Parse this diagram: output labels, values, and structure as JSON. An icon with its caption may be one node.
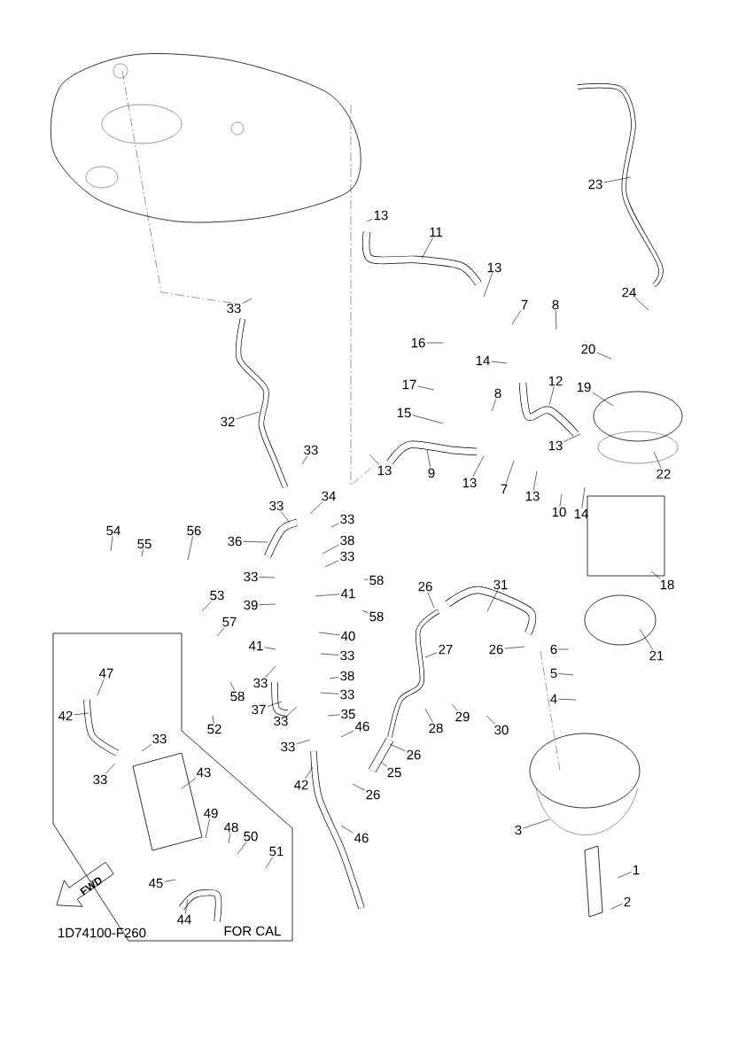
{
  "diagram": {
    "nodes": [
      {
        "text": [
          "13"
        ]
      },
      {
        "text": [
          "11"
        ]
      },
      {
        "text": [
          "13"
        ]
      },
      {
        "text": [
          "7"
        ]
      },
      {
        "text": [
          "8"
        ]
      },
      {
        "text": [
          "16"
        ]
      },
      {
        "text": [
          "14"
        ]
      },
      {
        "text": [
          "17"
        ]
      },
      {
        "text": [
          "12"
        ]
      },
      {
        "text": [
          "8"
        ]
      },
      {
        "text": [
          "15"
        ]
      },
      {
        "text": [
          "9"
        ]
      },
      {
        "text": [
          "13"
        ]
      },
      {
        "text": [
          "7"
        ]
      },
      {
        "text": [
          "13"
        ]
      },
      {
        "text": [
          "10"
        ]
      },
      {
        "text": [
          "13"
        ]
      },
      {
        "text": [
          "14"
        ]
      },
      {
        "text": [
          "13"
        ]
      },
      {
        "text": [
          "20"
        ]
      },
      {
        "text": [
          "19"
        ]
      },
      {
        "text": [
          "22"
        ]
      },
      {
        "text": [
          "23"
        ]
      },
      {
        "text": [
          "24"
        ]
      },
      {
        "text": [
          "18"
        ]
      },
      {
        "text": [
          "21"
        ]
      },
      {
        "text": [
          "6"
        ]
      },
      {
        "text": [
          "5"
        ]
      },
      {
        "text": [
          "4"
        ]
      },
      {
        "text": [
          "3"
        ]
      },
      {
        "text": [
          "1"
        ]
      },
      {
        "text": [
          "2"
        ]
      },
      {
        "text": [
          "33"
        ]
      },
      {
        "text": [
          "32"
        ]
      },
      {
        "text": [
          "33"
        ]
      },
      {
        "text": [
          "34"
        ]
      },
      {
        "text": [
          "33"
        ]
      },
      {
        "text": [
          "33"
        ]
      },
      {
        "text": [
          "36"
        ]
      },
      {
        "text": [
          "38"
        ]
      },
      {
        "text": [
          "33"
        ]
      },
      {
        "text": [
          "33"
        ]
      },
      {
        "text": [
          "58"
        ]
      },
      {
        "text": [
          "39"
        ]
      },
      {
        "text": [
          "41"
        ]
      },
      {
        "text": [
          "54"
        ]
      },
      {
        "text": [
          "55"
        ]
      },
      {
        "text": [
          "56"
        ]
      },
      {
        "text": [
          "53"
        ]
      },
      {
        "text": [
          "57"
        ]
      },
      {
        "text": [
          "58"
        ]
      },
      {
        "text": [
          "40"
        ]
      },
      {
        "text": [
          "41"
        ]
      },
      {
        "text": [
          "33"
        ]
      },
      {
        "text": [
          "33"
        ]
      },
      {
        "text": [
          "58"
        ]
      },
      {
        "text": [
          "38"
        ]
      },
      {
        "text": [
          "33"
        ]
      },
      {
        "text": [
          "37"
        ]
      },
      {
        "text": [
          "33"
        ]
      },
      {
        "text": [
          "35"
        ]
      },
      {
        "text": [
          "52"
        ]
      },
      {
        "text": [
          "33"
        ]
      },
      {
        "text": [
          "46"
        ]
      },
      {
        "text": [
          "42"
        ]
      },
      {
        "text": [
          "26"
        ]
      },
      {
        "text": [
          "31"
        ]
      },
      {
        "text": [
          "27"
        ]
      },
      {
        "text": [
          "26"
        ]
      },
      {
        "text": [
          "28"
        ]
      },
      {
        "text": [
          "29"
        ]
      },
      {
        "text": [
          "30"
        ]
      },
      {
        "text": [
          "26"
        ]
      },
      {
        "text": [
          "25"
        ]
      },
      {
        "text": [
          "26"
        ]
      },
      {
        "text": [
          "46"
        ]
      },
      {
        "text": [
          "47"
        ]
      },
      {
        "text": [
          "42"
        ]
      },
      {
        "text": [
          "33"
        ]
      },
      {
        "text": [
          "33"
        ]
      },
      {
        "text": [
          "43"
        ]
      },
      {
        "text": [
          "49"
        ]
      },
      {
        "text": [
          "48"
        ]
      },
      {
        "text": [
          "50"
        ]
      },
      {
        "text": [
          "51"
        ]
      },
      {
        "text": [
          "45"
        ]
      },
      {
        "text": [
          "44"
        ]
      }
    ],
    "edges": [
      {
        "from": 0,
        "to": null,
        "arrow": "none"
      },
      {
        "from": 1,
        "to": null,
        "arrow": "none"
      },
      {
        "from": 2,
        "to": null,
        "arrow": "none"
      },
      {
        "from": 3,
        "to": null,
        "arrow": "none"
      },
      {
        "from": 4,
        "to": null,
        "arrow": "none"
      },
      {
        "from": 5,
        "to": null,
        "arrow": "none"
      },
      {
        "from": 6,
        "to": null,
        "arrow": "none"
      },
      {
        "from": 7,
        "to": null,
        "arrow": "none"
      },
      {
        "from": 8,
        "to": null,
        "arrow": "none"
      },
      {
        "from": 9,
        "to": null,
        "arrow": "none"
      },
      {
        "from": 10,
        "to": null,
        "arrow": "none"
      },
      {
        "from": 11,
        "to": null,
        "arrow": "none"
      },
      {
        "from": 12,
        "to": null,
        "arrow": "none"
      },
      {
        "from": 13,
        "to": null,
        "arrow": "none"
      },
      {
        "from": 14,
        "to": null,
        "arrow": "none"
      },
      {
        "from": 15,
        "to": null,
        "arrow": "none"
      },
      {
        "from": 16,
        "to": null,
        "arrow": "none"
      },
      {
        "from": 17,
        "to": null,
        "arrow": "none"
      },
      {
        "from": 18,
        "to": null,
        "arrow": "none"
      },
      {
        "from": 19,
        "to": null,
        "arrow": "none"
      },
      {
        "from": 20,
        "to": null,
        "arrow": "none"
      },
      {
        "from": 21,
        "to": null,
        "arrow": "none"
      },
      {
        "from": 22,
        "to": null,
        "arrow": "none"
      },
      {
        "from": 23,
        "to": null,
        "arrow": "none"
      },
      {
        "from": 24,
        "to": null,
        "arrow": "none"
      },
      {
        "from": 25,
        "to": null,
        "arrow": "none"
      },
      {
        "from": 26,
        "to": null,
        "arrow": "none"
      },
      {
        "from": 27,
        "to": null,
        "arrow": "none"
      },
      {
        "from": 28,
        "to": null,
        "arrow": "none"
      },
      {
        "from": 29,
        "to": null,
        "arrow": "none"
      },
      {
        "from": 30,
        "to": null,
        "arrow": "none"
      },
      {
        "from": 31,
        "to": null,
        "arrow": "none"
      },
      {
        "from": 32,
        "to": null,
        "arrow": "none"
      },
      {
        "from": 33,
        "to": null,
        "arrow": "none"
      },
      {
        "from": 34,
        "to": null,
        "arrow": "none"
      },
      {
        "from": 35,
        "to": null,
        "arrow": "none"
      },
      {
        "from": 36,
        "to": null,
        "arrow": "none"
      },
      {
        "from": 37,
        "to": null,
        "arrow": "none"
      },
      {
        "from": 38,
        "to": null,
        "arrow": "none"
      },
      {
        "from": 39,
        "to": null,
        "arrow": "none"
      },
      {
        "from": 40,
        "to": null,
        "arrow": "none"
      },
      {
        "from": 41,
        "to": null,
        "arrow": "none"
      },
      {
        "from": 42,
        "to": null,
        "arrow": "none"
      },
      {
        "from": 43,
        "to": null,
        "arrow": "none"
      },
      {
        "from": 44,
        "to": null,
        "arrow": "none"
      },
      {
        "from": 45,
        "to": null,
        "arrow": "none"
      },
      {
        "from": 46,
        "to": null,
        "arrow": "none"
      },
      {
        "from": 47,
        "to": null,
        "arrow": "none"
      },
      {
        "from": 48,
        "to": null,
        "arrow": "none"
      },
      {
        "from": 49,
        "to": null,
        "arrow": "none"
      },
      {
        "from": 50,
        "to": null,
        "arrow": "none"
      },
      {
        "from": 51,
        "to": null,
        "arrow": "none"
      },
      {
        "from": 52,
        "to": null,
        "arrow": "none"
      },
      {
        "from": 53,
        "to": null,
        "arrow": "none"
      },
      {
        "from": 54,
        "to": null,
        "arrow": "none"
      },
      {
        "from": 55,
        "to": null,
        "arrow": "none"
      },
      {
        "from": 56,
        "to": null,
        "arrow": "none"
      },
      {
        "from": 57,
        "to": null,
        "arrow": "none"
      },
      {
        "from": 58,
        "to": null,
        "arrow": "none"
      },
      {
        "from": 59,
        "to": null,
        "arrow": "none"
      },
      {
        "from": 60,
        "to": null,
        "arrow": "none"
      },
      {
        "from": 61,
        "to": null,
        "arrow": "none"
      },
      {
        "from": 62,
        "to": null,
        "arrow": "none"
      },
      {
        "from": 63,
        "to": null,
        "arrow": "none"
      },
      {
        "from": 64,
        "to": null,
        "arrow": "none"
      },
      {
        "from": 65,
        "to": null,
        "arrow": "none"
      },
      {
        "from": 66,
        "to": null,
        "arrow": "none"
      },
      {
        "from": 67,
        "to": null,
        "arrow": "none"
      },
      {
        "from": 68,
        "to": null,
        "arrow": "none"
      },
      {
        "from": 69,
        "to": null,
        "arrow": "none"
      },
      {
        "from": 70,
        "to": null,
        "arrow": "none"
      },
      {
        "from": 71,
        "to": null,
        "arrow": "none"
      },
      {
        "from": 72,
        "to": null,
        "arrow": "none"
      },
      {
        "from": 73,
        "to": null,
        "arrow": "none"
      },
      {
        "from": 74,
        "to": null,
        "arrow": "none"
      },
      {
        "from": 75,
        "to": null,
        "arrow": "none"
      },
      {
        "from": 76,
        "to": null,
        "arrow": "none"
      },
      {
        "from": 77,
        "to": null,
        "arrow": "none"
      },
      {
        "from": 78,
        "to": null,
        "arrow": "none"
      },
      {
        "from": 79,
        "to": null,
        "arrow": "none"
      },
      {
        "from": 80,
        "to": null,
        "arrow": "none"
      },
      {
        "from": 81,
        "to": null,
        "arrow": "none"
      },
      {
        "from": 82,
        "to": null,
        "arrow": "none"
      },
      {
        "from": 83,
        "to": null,
        "arrow": "none"
      },
      {
        "from": 84,
        "to": null,
        "arrow": "none"
      },
      {
        "from": 85,
        "to": null,
        "arrow": "none"
      },
      {
        "from": 86,
        "to": null,
        "arrow": "none"
      }
    ],
    "labels": [
      "FOR CAL",
      "1D74100-F260",
      "FWD"
    ]
  }
}
